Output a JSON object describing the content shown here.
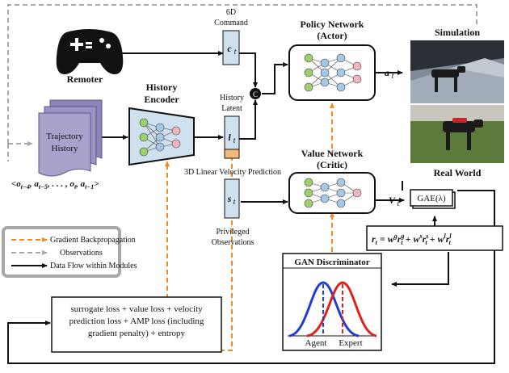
{
  "title_policy": "Policy Network",
  "title_policy_sub": "(Actor)",
  "title_value": "Value Network",
  "title_value_sub": "(Critic)",
  "title_encoder": "History",
  "title_encoder_2": "Encoder",
  "title_sim": "Simulation",
  "title_real": "Real World",
  "remoter": "Remoter",
  "cmd_line1": "6D",
  "cmd_line2": "Command",
  "cmd_symbol": "c",
  "cmd_sub": "t",
  "latent_line1": "History",
  "latent_line2": "Latent",
  "latent_symbol": "l",
  "latent_sub": "t",
  "velocity_label": "3D Linear Velocity Prediction",
  "state_symbol": "s",
  "state_sub": "t",
  "priv_line1": "Privileged",
  "priv_line2": "Observations",
  "action_symbol": "a",
  "action_sub": "t",
  "value_symbol": "V",
  "value_sub": "t",
  "concat_symbol": "C",
  "gae_label": "GAE(λ)",
  "traj_line1": "Trajectory",
  "traj_line2": "History",
  "traj_seq": "<o_{t-4}, a_{t-5}, . . . , o_t, a_{t-1}>",
  "reward_formula": "r_t = w^g r^g_t + w^s r^s_t + w^l r^l_t",
  "gan_title": "GAN Discriminator",
  "gan_agent": "Agent",
  "gan_expert": "Expert",
  "legend": {
    "gradient": "Gradient Backpropagation",
    "observations": "Observations",
    "dataflow": "Data Flow within Modules"
  },
  "loss_lines": [
    "surrogate loss + value loss + velocity",
    "prediction loss + AMP loss (including",
    "gradient penalty) + entropy"
  ],
  "colors": {
    "orange": "#f08a24",
    "gray": "#a8a8a8",
    "purple_card": "#a9a3cc",
    "purple_card_dark": "#8b84b8",
    "encoder_fill": "#cfe0ef",
    "vec_fill": "#cfe0ef",
    "vec_orange": "#f4b97c",
    "node_green": "#9bd06a",
    "node_blue": "#a6c8e8",
    "node_pink": "#f2b5c0",
    "agent_blue": "#1f3bd8",
    "expert_red": "#e0201c"
  }
}
